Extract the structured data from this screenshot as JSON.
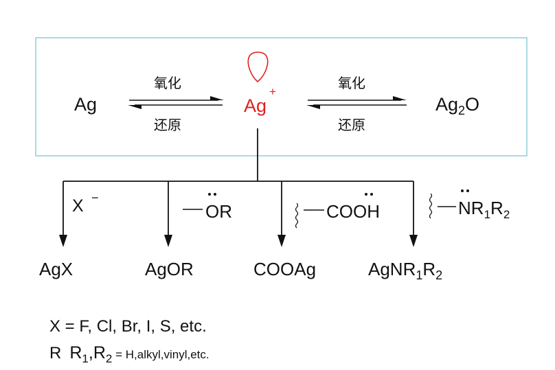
{
  "top": {
    "left_species": "Ag",
    "center_species": "Ag",
    "center_charge": "+",
    "right_species_main": "Ag",
    "right_species_sub": "2",
    "right_species_tail": "O",
    "left_oxidation": "氧化",
    "left_reduction": "还原",
    "right_oxidation": "氧化",
    "right_reduction": "还原"
  },
  "reagents": {
    "halide": "X",
    "halide_charge": "−",
    "alkoxide": "OR",
    "carboxylic": "COOH",
    "amine_main": "NR",
    "amine_sub1": "1",
    "amine_mid": "R",
    "amine_sub2": "2"
  },
  "products": {
    "agx": "AgX",
    "agor": "AgOR",
    "cooag": "COOAg",
    "amine_main": "AgNR",
    "amine_sub1": "1",
    "amine_mid": "R",
    "amine_sub2": "2"
  },
  "legend": {
    "line1": "X = F, Cl, Br, I, S, etc.",
    "line2_prefix": "R",
    "line2_r1": "R",
    "line2_r1_sub": "1",
    "line2_comma": ",",
    "line2_r2": "R",
    "line2_r2_sub": "2",
    "line2_suffix": " = H,alkyl,vinyl,etc."
  },
  "colors": {
    "accent_red": "#e02020",
    "box_border": "#8ccfdc",
    "line": "#111111"
  }
}
